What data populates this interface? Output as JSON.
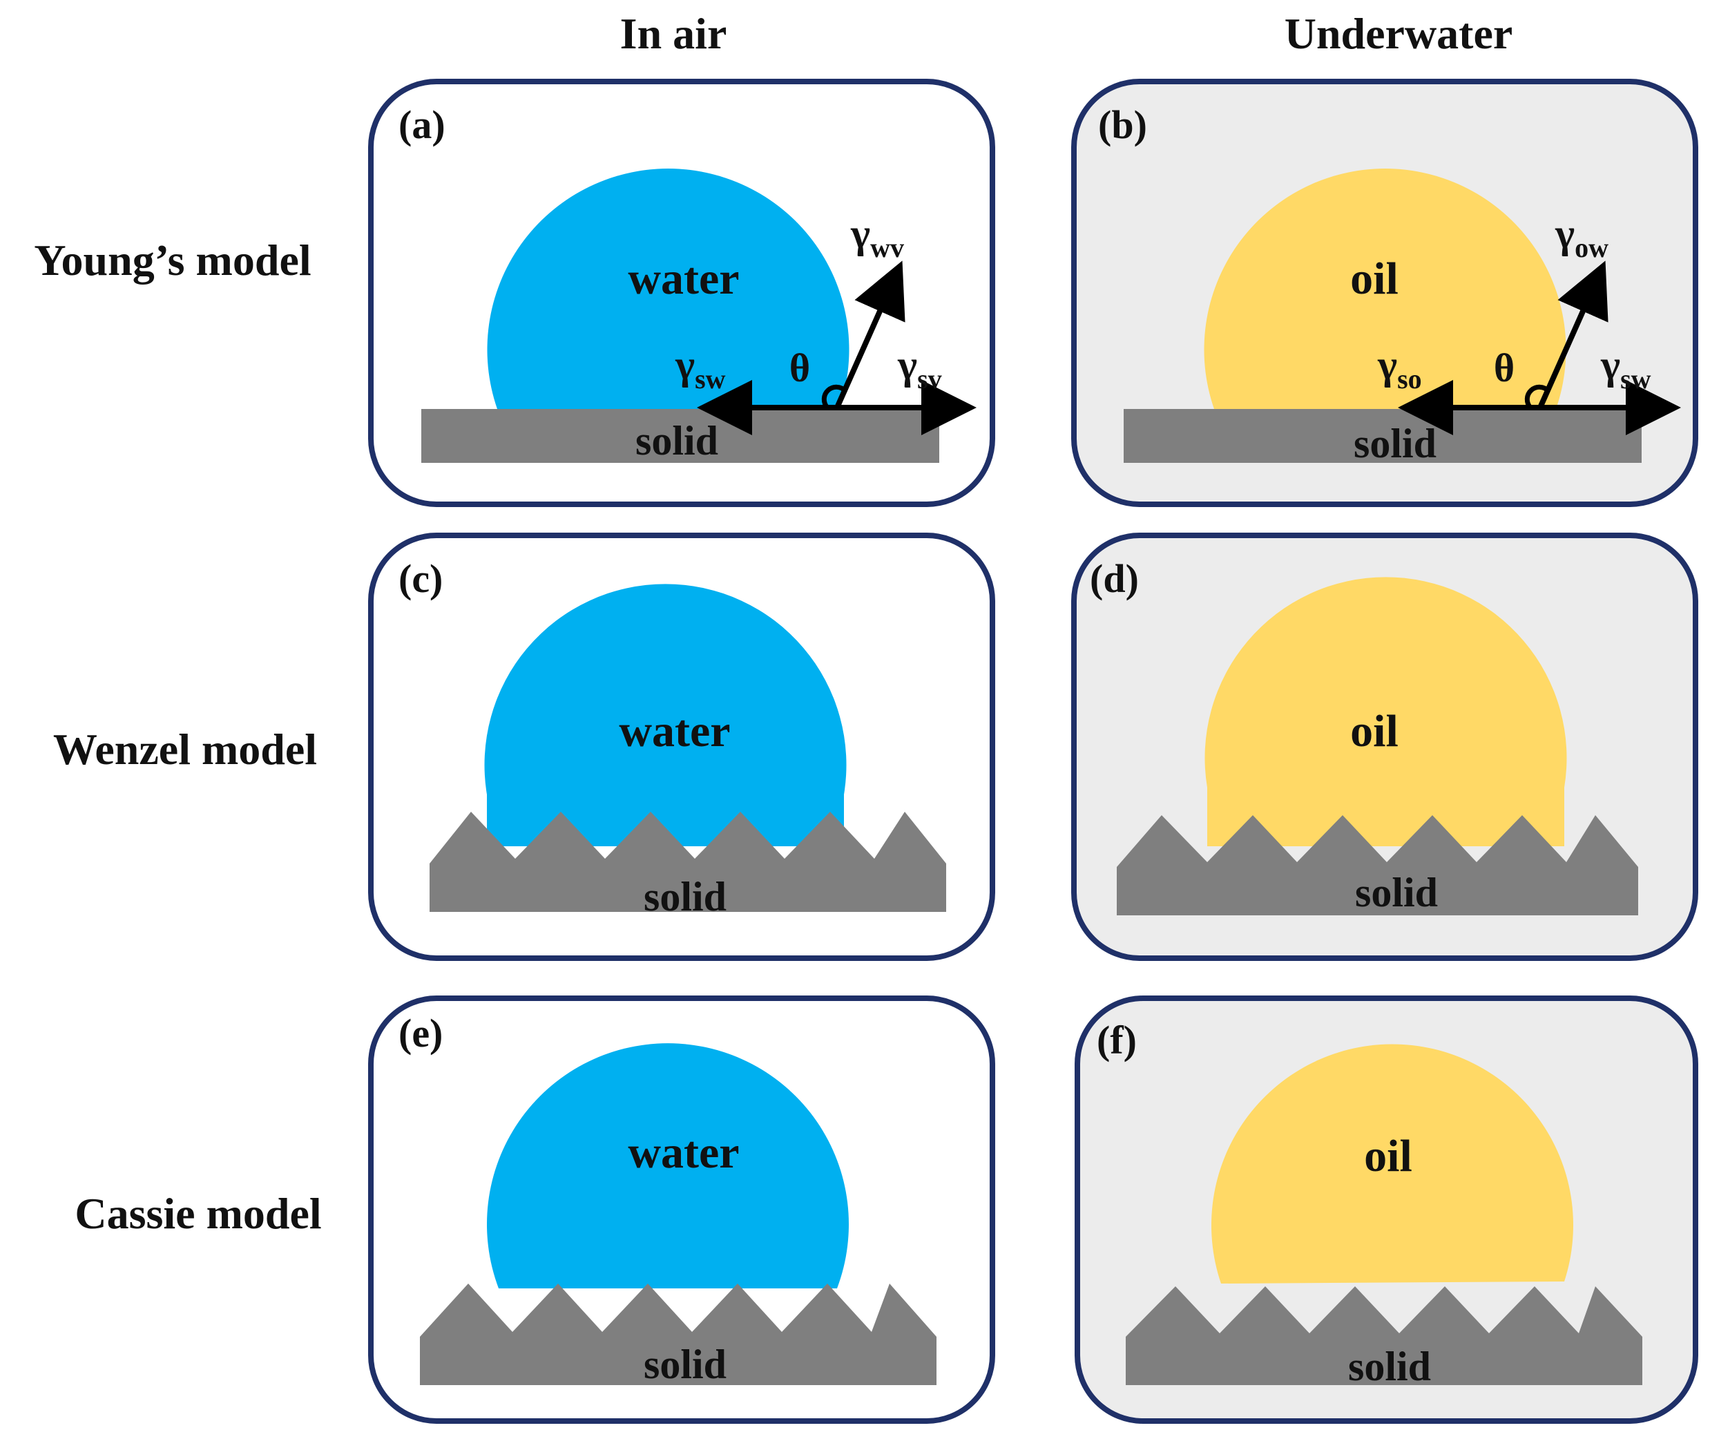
{
  "columns": {
    "in_air": "In air",
    "underwater": "Underwater"
  },
  "rows": {
    "young": "Young’s model",
    "wenzel": "Wenzel model",
    "cassie": "Cassie model"
  },
  "panels": {
    "a": {
      "tag": "(a)",
      "liquid": "water",
      "substrate": "solid",
      "theta": "θ",
      "t_left": "γ",
      "t_left_sub": "sw",
      "t_up": "γ",
      "t_up_sub": "wv",
      "t_right": "γ",
      "t_right_sub": "sv"
    },
    "b": {
      "tag": "(b)",
      "liquid": "oil",
      "substrate": "solid",
      "theta": "θ",
      "t_left": "γ",
      "t_left_sub": "so",
      "t_up": "γ",
      "t_up_sub": "ow",
      "t_right": "γ",
      "t_right_sub": "sw"
    },
    "c": {
      "tag": "(c)",
      "liquid": "water",
      "substrate": "solid"
    },
    "d": {
      "tag": "(d)",
      "liquid": "oil",
      "substrate": "solid"
    },
    "e": {
      "tag": "(e)",
      "liquid": "water",
      "substrate": "solid"
    },
    "f": {
      "tag": "(f)",
      "liquid": "oil",
      "substrate": "solid"
    }
  },
  "colors": {
    "water": "#00b0f0",
    "oil": "#ffd966",
    "solid": "#7f7f7f",
    "frame": "#1f3068",
    "underwater_bg": "#ececec"
  }
}
